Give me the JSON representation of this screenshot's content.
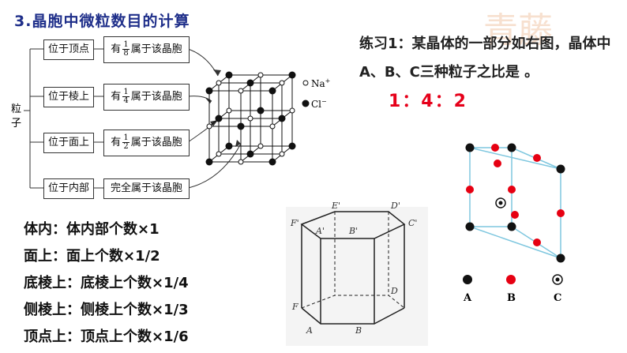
{
  "title": "3.晶胞中微粒数目的计算",
  "particle_label": "粒子",
  "branches": [
    {
      "position": "位于顶点",
      "share_pre": "有",
      "num": "1",
      "den": "8",
      "share_post": "属于该晶胞"
    },
    {
      "position": "位于棱上",
      "share_pre": "有",
      "num": "1",
      "den": "4",
      "share_post": "属于该晶胞"
    },
    {
      "position": "位于面上",
      "share_pre": "有",
      "num": "1",
      "den": "2",
      "share_post": "属于该晶胞"
    },
    {
      "position": "位于内部",
      "share_full": "完全属于该晶胞"
    }
  ],
  "cube_legend": {
    "na": "Na",
    "na_sup": "+",
    "cl": "Cl",
    "cl_sup": "−"
  },
  "exercise": {
    "text": "练习1：某晶体的一部分如右图，晶体中A、B、C三种粒子之比是 。",
    "answer": "1：4：2"
  },
  "rules": [
    "体内：体内部个数×1",
    "面上：面上个数×1/2",
    "底棱上：底棱上个数×1/4",
    "侧棱上：侧棱上个数×1/3",
    "顶点上：顶点上个数×1/6"
  ],
  "prism_labels": {
    "e1": "E'",
    "d1": "D'",
    "f1": "F'",
    "a1": "A'",
    "b1": "B'",
    "c1": "C'",
    "d": "D",
    "f": "F",
    "a": "A",
    "b": "B"
  },
  "legend": {
    "a": "A",
    "b": "B",
    "c": "C"
  },
  "colors": {
    "title": "#1f2f8a",
    "answer": "#e6001a",
    "particle_b": "#e60012",
    "prism_line": "#7fc7df"
  },
  "watermark": "青藤"
}
